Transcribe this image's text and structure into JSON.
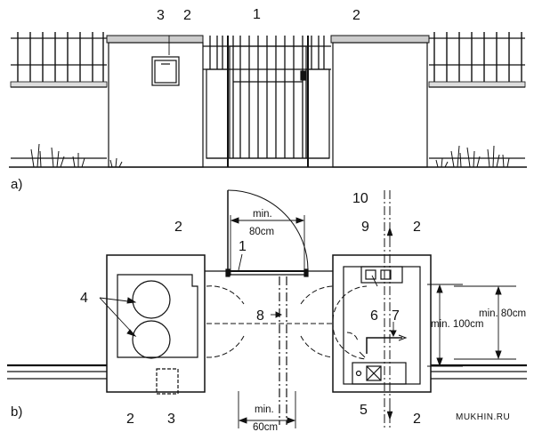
{
  "panels": {
    "a": "a)",
    "b": "b)"
  },
  "elevation_labels": {
    "gate": "1",
    "pillar_left": "2",
    "pillar_right": "2",
    "mailbox": "3"
  },
  "plan_labels": {
    "gate": "1",
    "pillar_top_left": "2",
    "pillar_bottom_left": "2",
    "pillar_top_right": "2",
    "pillar_bottom_right": "2",
    "mailbox": "3",
    "bins": "4",
    "pipe_in": "5",
    "meter_box": "6",
    "valve": "7",
    "pedestrian_gate": "8",
    "meter": "9",
    "pipe_out": "10"
  },
  "dimensions": {
    "door_top": [
      "min.",
      "80cm"
    ],
    "door_bottom": [
      "min.",
      "60cm"
    ],
    "depth_100": "min. 100cm",
    "depth_80": "min. 80cm"
  },
  "watermark": "MUKHIN.RU"
}
